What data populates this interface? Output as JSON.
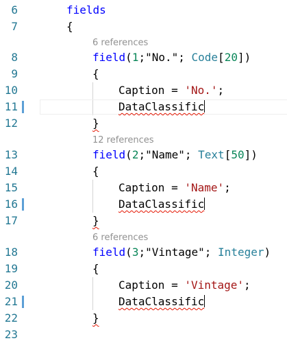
{
  "editor": {
    "line_numbers": [
      "6",
      "7",
      "8",
      "9",
      "10",
      "11",
      "12",
      "13",
      "14",
      "15",
      "16",
      "17",
      "18",
      "19",
      "20",
      "21",
      "22",
      "23"
    ],
    "code": {
      "fields_kw": "fields",
      "open_brace": "{",
      "close_brace": "}",
      "field1": {
        "kw": "field",
        "open": "(",
        "num": "1",
        "name": ";\"No.\"; ",
        "type": "Code",
        "lb": "[",
        "len": "20",
        "rb": "])"
      },
      "field2": {
        "kw": "field",
        "open": "(",
        "num": "2",
        "name": ";\"Name\"; ",
        "type": "Text",
        "lb": "[",
        "len": "50",
        "rb": "])"
      },
      "field3": {
        "kw": "field",
        "open": "(",
        "num": "3",
        "name": ";\"Vintage\"; ",
        "type": "Integer",
        "rb": ")"
      },
      "caption_kw": "Caption",
      "eq": " = ",
      "caption1": "'No.'",
      "caption2": "'Name'",
      "caption3": "'Vintage'",
      "semi": ";",
      "data_classific": "DataClassific"
    },
    "codelens": [
      "6 references",
      "12 references",
      "6 references"
    ]
  },
  "colors": {
    "line_number": "#237893",
    "keyword": "#0000ff",
    "string": "#a31515",
    "type": "#267f99",
    "number": "#098658",
    "codelens": "#919191",
    "modified_bar": "#5c9fd6",
    "error_squiggle": "#e51400"
  }
}
